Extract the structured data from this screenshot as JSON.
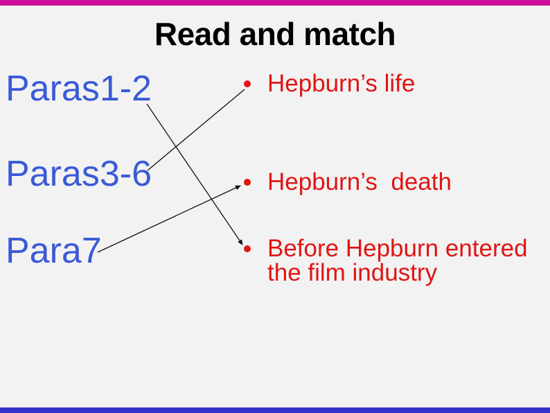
{
  "slide": {
    "title": "Read and match",
    "background_color": "#f2f2f2",
    "top_bar_color": "#cc0d98",
    "bottom_bar_color": "#3333cc",
    "left_text_color": "#3a5ad6",
    "right_text_color": "#e11414",
    "title_color": "#000000",
    "line_color": "#111111",
    "left_items": [
      {
        "label": "Paras1-2"
      },
      {
        "label": "Paras3-6"
      },
      {
        "label": "Para7"
      }
    ],
    "right_items": [
      {
        "label": "Hepburn’s life"
      },
      {
        "label": "Hepburn’s  death"
      },
      {
        "label": "Before Hepburn entered the film industry"
      }
    ],
    "connections": [
      {
        "from": "Paras1-2",
        "to": "Before Hepburn entered the film industry",
        "arrow": true
      },
      {
        "from": "Paras3-6",
        "to": "Hepburn’s life",
        "arrow": false
      },
      {
        "from": "Para7",
        "to": "Hepburn’s  death",
        "arrow": true
      }
    ]
  }
}
